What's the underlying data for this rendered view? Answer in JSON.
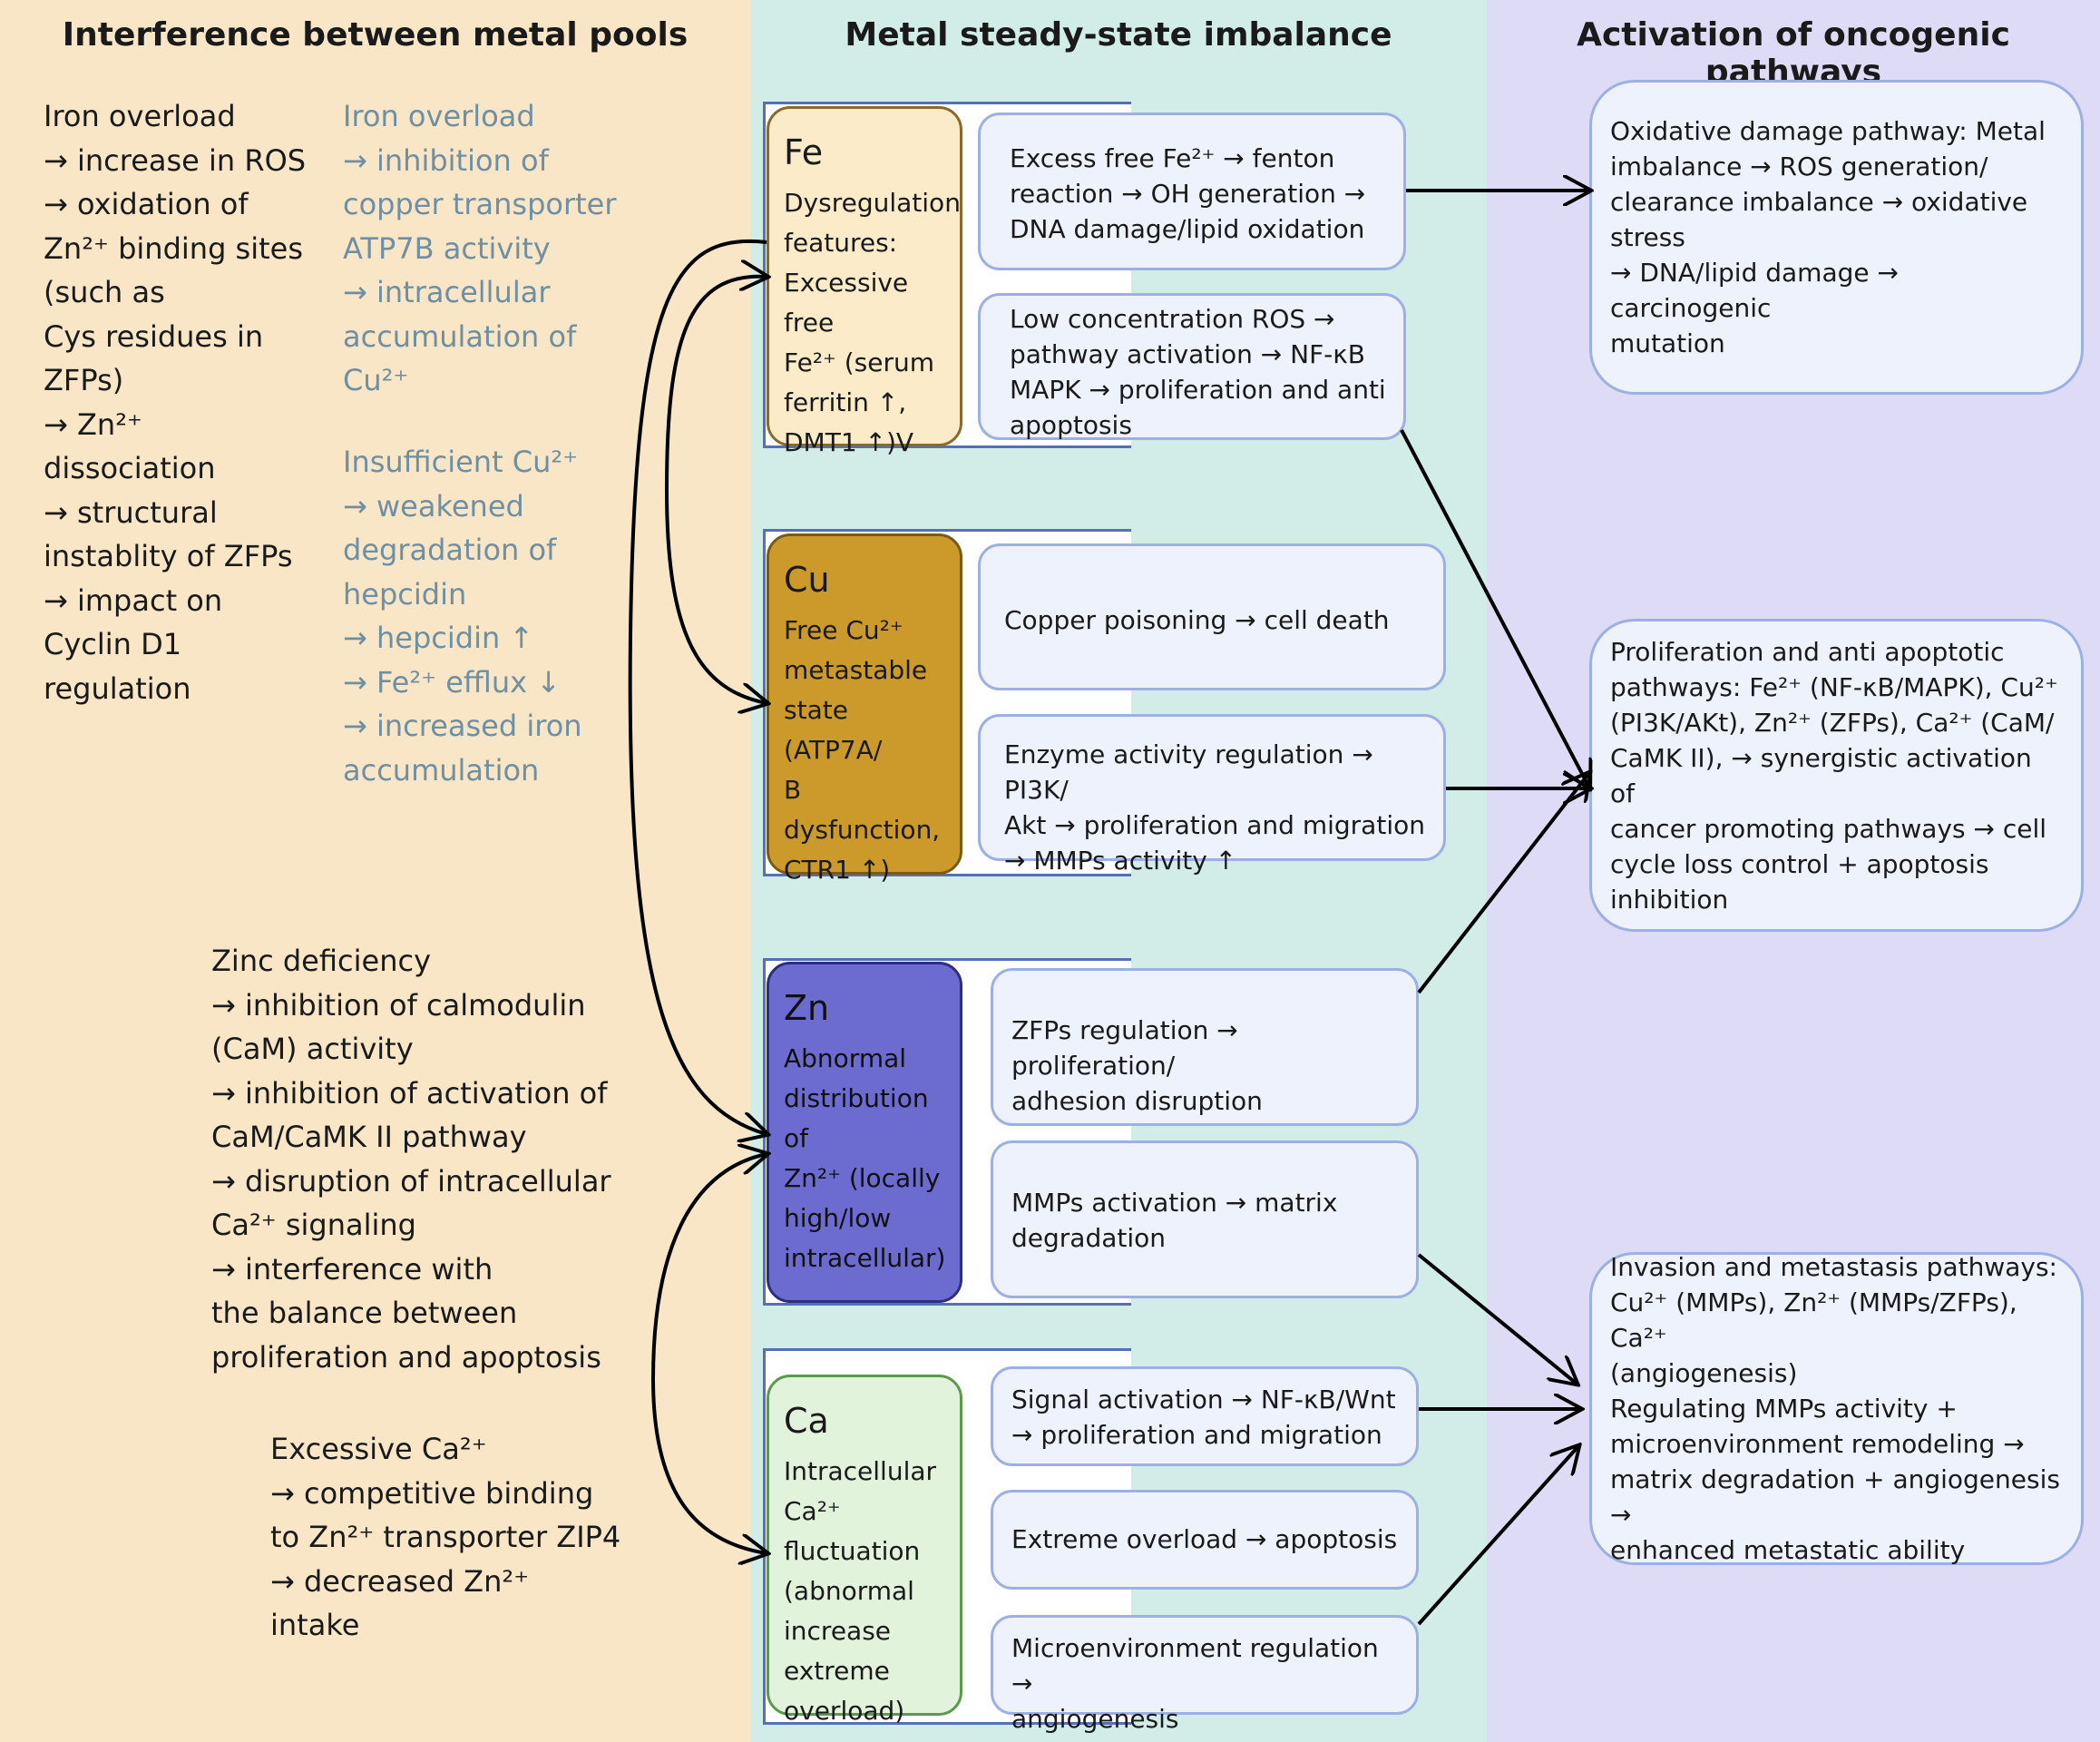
{
  "columns": {
    "interference_title": "Interference between metal pools",
    "imbalance_title": "Metal steady-state imbalance",
    "oncogenic_title": "Activation of oncogenic pathways"
  },
  "interference": {
    "iron_zinc": "Iron overload\n→ increase in ROS\n→ oxidation of\nZn²⁺ binding sites\n(such as\nCys residues in\nZFPs)\n→ Zn²⁺\ndissociation\n→ structural\ninstablity of ZFPs\n→ impact on\nCyclin D1\nregulation",
    "iron_copper": "Iron overload\n→ inhibition of\ncopper transporter\nATP7B activity\n→ intracellular\naccumulation of\nCu²⁺",
    "copper_iron": "Insufficient Cu²⁺\n→ weakened\ndegradation of\nhepcidin\n→ hepcidin ↑\n→ Fe²⁺ efflux ↓\n→ increased iron\naccumulation",
    "zinc_calcium": "Zinc deficiency\n→ inhibition of calmodulin\n(CaM) activity\n→ inhibition of activation of\nCaM/CaMK II pathway\n→ disruption of intracellular\nCa²⁺ signaling\n→ interference with\nthe balance between\nproliferation and apoptosis",
    "calcium_zinc": "Excessive Ca²⁺\n→ competitive binding\nto Zn²⁺ transporter ZIP4\n→ decreased Zn²⁺\nintake"
  },
  "metals": {
    "fe": {
      "symbol": "Fe",
      "desc": "Dysregulation\nfeatures:\nExcessive free\nFe²⁺ (serum\nferritin ↑,\nDMT1 ↑)V",
      "fill": "#fbebc8",
      "border": "#8a6a2a"
    },
    "cu": {
      "symbol": "Cu",
      "desc": "Free Cu²⁺\nmetastable\nstate (ATP7A/\nB dysfunction,\nCTR1 ↑)",
      "fill": "#cc9a2a",
      "border": "#7a5a16"
    },
    "zn": {
      "symbol": "Zn",
      "desc": "Abnormal\ndistribution of\nZn²⁺ (locally\nhigh/low\nintracellular)",
      "fill": "#6b6bd0",
      "border": "#2e2e80"
    },
    "ca": {
      "symbol": "Ca",
      "desc": "Intracellular\nCa²⁺\nfluctuation\n(abnormal\nincrease\nextreme\noverload)",
      "fill": "#e2f3dc",
      "border": "#5a9a4a"
    }
  },
  "pathways": {
    "fe1": "Excess free Fe²⁺ → fenton\nreaction → OH generation →\nDNA damage/lipid oxidation",
    "fe2": "Low concentration ROS →\npathway activation → NF-κB\nMAPK → proliferation and anti\napoptosis",
    "cu1": "Copper poisoning → cell death",
    "cu2": "Enzyme activity regulation → PI3K/\nAkt → proliferation and migration\n→ MMPs activity ↑",
    "zn1": "ZFPs regulation → proliferation/\nadhesion disruption",
    "zn2": "MMPs activation → matrix\ndegradation",
    "ca1": "Signal activation → NF-κB/Wnt\n→ proliferation and migration",
    "ca2": "Extreme overload → apoptosis",
    "ca3": "Microenvironment regulation →\nangiogenesis"
  },
  "outcomes": {
    "oxidative": "Oxidative damage pathway: Metal\nimbalance → ROS generation/\nclearance imbalance → oxidative stress\n→ DNA/lipid damage → carcinogenic\nmutation",
    "proliferation": "Proliferation and anti apoptotic\npathways: Fe²⁺ (NF-κB/MAPK), Cu²⁺\n(PI3K/AKt), Zn²⁺ (ZFPs), Ca²⁺ (CaM/\nCaMK II), → synergistic activation of\ncancer promoting pathways → cell\ncycle loss control + apoptosis inhibition",
    "invasion": "Invasion and metastasis pathways:\nCu²⁺ (MMPs), Zn²⁺ (MMPs/ZFPs), Ca²⁺\n(angiogenesis)\nRegulating MMPs activity +\nmicroenvironment remodeling →\nmatrix degradation + angiogenesis →\nenhanced metastatic ability"
  },
  "colors": {
    "arrow": "#000000",
    "frame": "#5570b5",
    "box_fill": "#eef2fc",
    "box_border": "#9db0e3"
  }
}
